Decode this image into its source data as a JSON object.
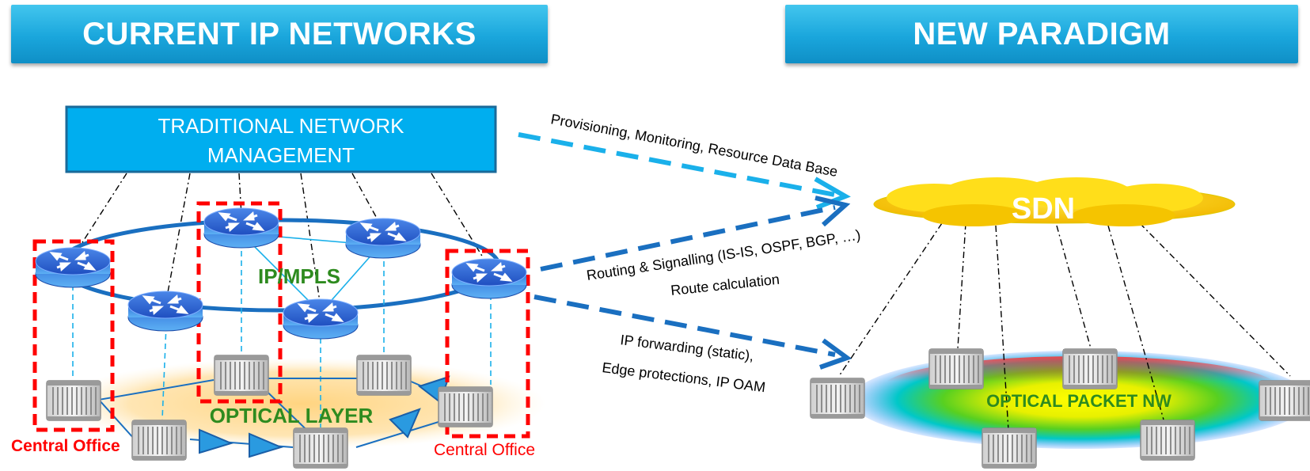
{
  "banners": {
    "left": "CURRENT IP NETWORKS",
    "right": "NEW PARADIGM"
  },
  "management": {
    "line1": "TRADITIONAL NETWORK",
    "line2": "MANAGEMENT"
  },
  "labels": {
    "ip_mpls": "IP/MPLS",
    "optical_layer": "OPTICAL  LAYER",
    "central_office_left": "Central Office",
    "central_office_right": "Central Office",
    "sdn": "SDN",
    "optical_packet_nw": "OPTICAL PACKET NW"
  },
  "arrows": {
    "top": "Provisioning, Monitoring, Resource Data Base",
    "middle_1": "Routing & Signalling (IS-IS, OSPF, BGP, …)",
    "middle_2": "Route calculation",
    "bottom_1": "IP forwarding (static),",
    "bottom_2": "Edge protections, IP OAM"
  },
  "colors": {
    "banner": "#1aa6dc",
    "management_box": "#00aeef",
    "arrow_light": "#1ab0ea",
    "arrow_dark": "#1a6fc0",
    "central_office_border": "#ff0000",
    "label_green": "#2e8b1f",
    "sdn_cloud": "#ffd800"
  }
}
